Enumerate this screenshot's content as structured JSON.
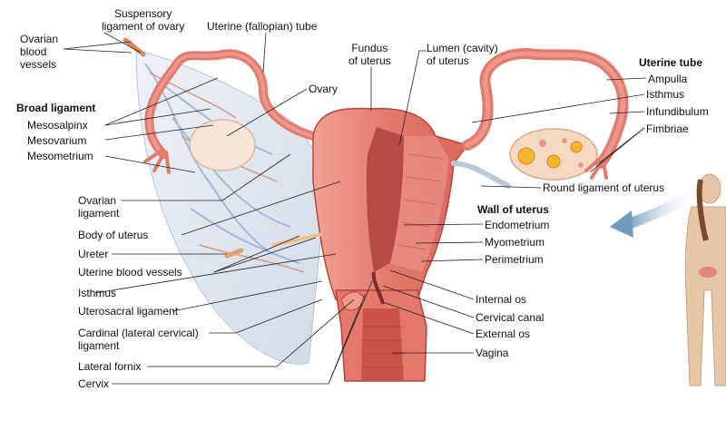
{
  "labels": {
    "ovarian_blood_vessels": "Ovarian\nblood\nvessels",
    "suspensory_ligament": "Suspensory\nligament of ovary",
    "uterine_fallopian_tube": "Uterine (fallopian) tube",
    "fundus": "Fundus\nof uterus",
    "lumen": "Lumen (cavity)\nof uterus",
    "uterine_tube_heading": "Uterine tube",
    "ampulla": "Ampulla",
    "isthmus_tube": "Isthmus",
    "infundibulum": "Infundibulum",
    "fimbriae": "Fimbriae",
    "ovary": "Ovary",
    "broad_ligament_heading": "Broad ligament",
    "mesosalpinx": "Mesosalpinx",
    "mesovarium": "Mesovarium",
    "mesometrium": "Mesometrium",
    "ovarian_ligament": "Ovarian\nligament",
    "round_ligament": "Round ligament of uterus",
    "wall_heading": "Wall of uterus",
    "endometrium": "Endometrium",
    "myometrium": "Myometrium",
    "perimetrium": "Perimetrium",
    "body_of_uterus": "Body of uterus",
    "ureter": "Ureter",
    "uterine_blood_vessels": "Uterine blood vessels",
    "isthmus_uterus": "Isthmus",
    "internal_os": "Internal os",
    "uterosacral": "Uterosacral ligament",
    "cervical_canal": "Cervical canal",
    "cardinal": "Cardinal (lateral cervical)\nligament",
    "external_os": "External os",
    "vagina": "Vagina",
    "lateral_fornix": "Lateral fornix",
    "cervix": "Cervix"
  },
  "colors": {
    "uterus": "#e8857a",
    "uterus_dark": "#c9534b",
    "lumen": "#b84a45",
    "ovary": "#f7e6d8",
    "ligament": "#dfe5ee",
    "vessel_blue": "#8fb1d6",
    "vessel_red": "#d9826c",
    "inset_arrow": "#6f9bbd",
    "figure_skin": "#e8c6a8"
  }
}
